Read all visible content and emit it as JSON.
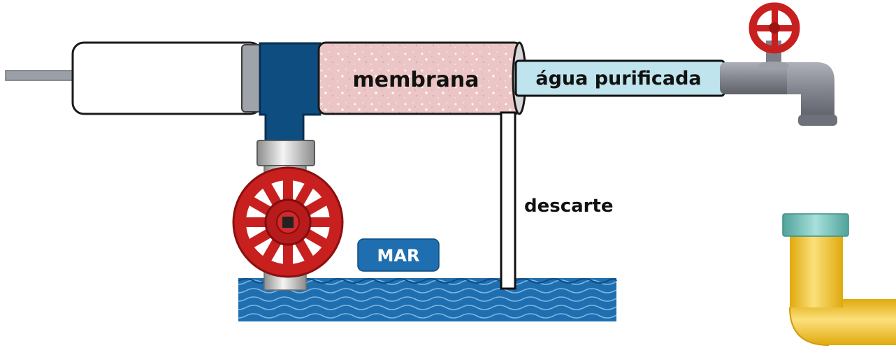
{
  "labels": {
    "membrane": "membrana",
    "purified_water": "água purificada",
    "discharge": "descarte",
    "sea": "MAR"
  },
  "colors": {
    "piston_blue": "#0e4d80",
    "membrane_pink": "#ecc6c6",
    "outlet_pipe": "#bfe4ee",
    "faucet_gray": "#8c8f97",
    "valve_red": "#c81f1f",
    "sea_blue": "#1f6fb0",
    "sea_badge": "#1f6fb0",
    "drain_yellow": "#f2c21b",
    "drain_cap": "#72c1ba"
  },
  "icons": [
    "handwheel-valve-icon",
    "faucet-icon",
    "drain-pipe-icon",
    "plunger-icon"
  ]
}
